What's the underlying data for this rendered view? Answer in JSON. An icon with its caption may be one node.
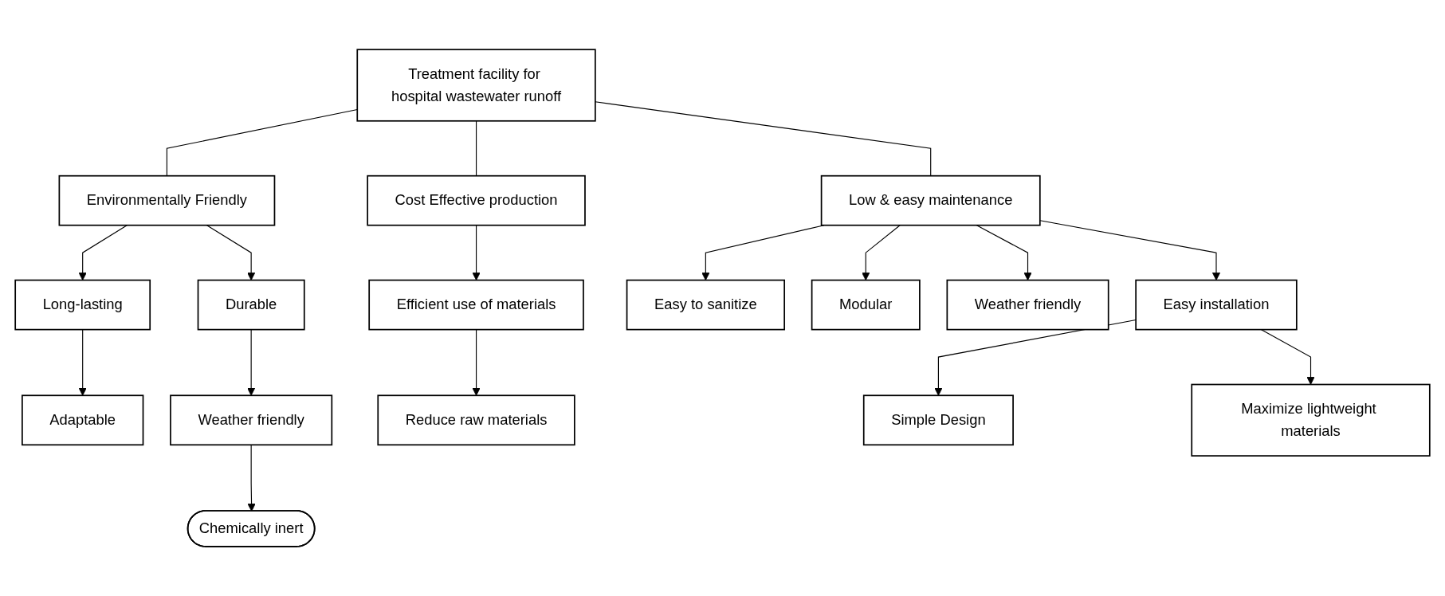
{
  "diagram": {
    "nodes": [
      {
        "text": [
          "Treatment facility for hospital wastewater runoff"
        ]
      },
      {
        "text": [
          "Environmentally Friendly"
        ]
      },
      {
        "text": [
          "Cost Effective production"
        ]
      },
      {
        "text": [
          "Low & easy maintenance"
        ]
      },
      {
        "text": [
          "Long-lasting"
        ]
      },
      {
        "text": [
          "Durable"
        ]
      },
      {
        "text": [
          "Adaptable"
        ]
      },
      {
        "text": [
          "Weather friendly"
        ]
      },
      {
        "text": [
          "Chemically inert"
        ]
      },
      {
        "text": [
          "Efficient use of materials"
        ]
      },
      {
        "text": [
          "Reduce raw materials"
        ]
      },
      {
        "text": [
          "Easy to sanitize"
        ]
      },
      {
        "text": [
          "Modular"
        ]
      },
      {
        "text": [
          "Weather friendly"
        ]
      },
      {
        "text": [
          "Easy installation"
        ]
      },
      {
        "text": [
          "Simple Design"
        ]
      },
      {
        "text": [
          "Maximize lightweight materials"
        ]
      }
    ],
    "edges": [
      {
        "from": 0,
        "to": 1,
        "arrow": "none"
      },
      {
        "from": 0,
        "to": 2,
        "arrow": "none"
      },
      {
        "from": 0,
        "to": 3,
        "arrow": "none"
      },
      {
        "from": 1,
        "to": 4,
        "arrow": "to"
      },
      {
        "from": 1,
        "to": 5,
        "arrow": "to"
      },
      {
        "from": 4,
        "to": 6,
        "arrow": "to"
      },
      {
        "from": 5,
        "to": 7,
        "arrow": "to"
      },
      {
        "from": 7,
        "to": 8,
        "arrow": "to"
      },
      {
        "from": 2,
        "to": 9,
        "arrow": "to"
      },
      {
        "from": 9,
        "to": 10,
        "arrow": "to"
      },
      {
        "from": 3,
        "to": 11,
        "arrow": "to"
      },
      {
        "from": 3,
        "to": 12,
        "arrow": "to"
      },
      {
        "from": 3,
        "to": 13,
        "arrow": "to"
      },
      {
        "from": 3,
        "to": 14,
        "arrow": "to"
      },
      {
        "from": 14,
        "to": 15,
        "arrow": "to"
      },
      {
        "from": 14,
        "to": 16,
        "arrow": "to"
      }
    ]
  }
}
